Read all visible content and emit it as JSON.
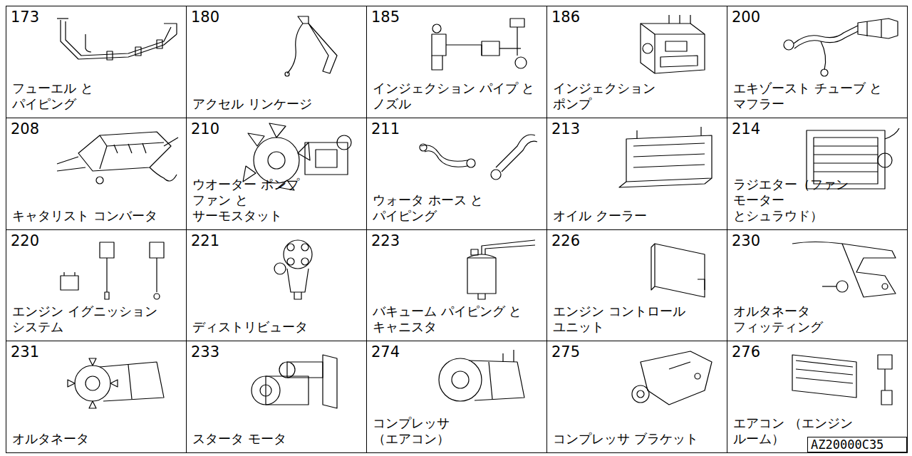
{
  "diagram": {
    "nodes": [
      {
        "text": [
          "173",
          "フューエル と パイピング"
        ]
      },
      {
        "text": [
          "180",
          "アクセル リンケージ"
        ]
      },
      {
        "text": [
          "185",
          "インジェクション パイプ と ノズル"
        ]
      },
      {
        "text": [
          "186",
          "インジェクション ポンプ"
        ]
      },
      {
        "text": [
          "200",
          "エキゾースト チューブ と マフラー"
        ]
      },
      {
        "text": [
          "208",
          "キャタリスト コンバータ"
        ]
      },
      {
        "text": [
          "210",
          "ウオーター ポンプ ファン と サーモスタット"
        ]
      },
      {
        "text": [
          "211",
          "ウォータ ホース と パイピング"
        ]
      },
      {
        "text": [
          "213",
          "オイル クーラー"
        ]
      },
      {
        "text": [
          "214",
          "ラジエター（ファン モーター とシュラウド）"
        ]
      },
      {
        "text": [
          "220",
          "エンジン イグニッション システム"
        ]
      },
      {
        "text": [
          "221",
          "ディストリビュータ"
        ]
      },
      {
        "text": [
          "223",
          "バキューム パイピング と キャニスタ"
        ]
      },
      {
        "text": [
          "226",
          "エンジン コントロール ユニット"
        ]
      },
      {
        "text": [
          "230",
          "オルタネータ フィッティング"
        ]
      },
      {
        "text": [
          "231",
          "オルタネータ"
        ]
      },
      {
        "text": [
          "233",
          "スタータ モータ"
        ]
      },
      {
        "text": [
          "274",
          "コンプレッサ （エアコン）"
        ]
      },
      {
        "text": [
          "275",
          "コンプレッサ ブラケット"
        ]
      },
      {
        "text": [
          "276",
          "エアコン （エンジン ルーム）"
        ]
      },
      {
        "text": [
          "AZ20000C35"
        ],
        "in": 19
      }
    ]
  }
}
